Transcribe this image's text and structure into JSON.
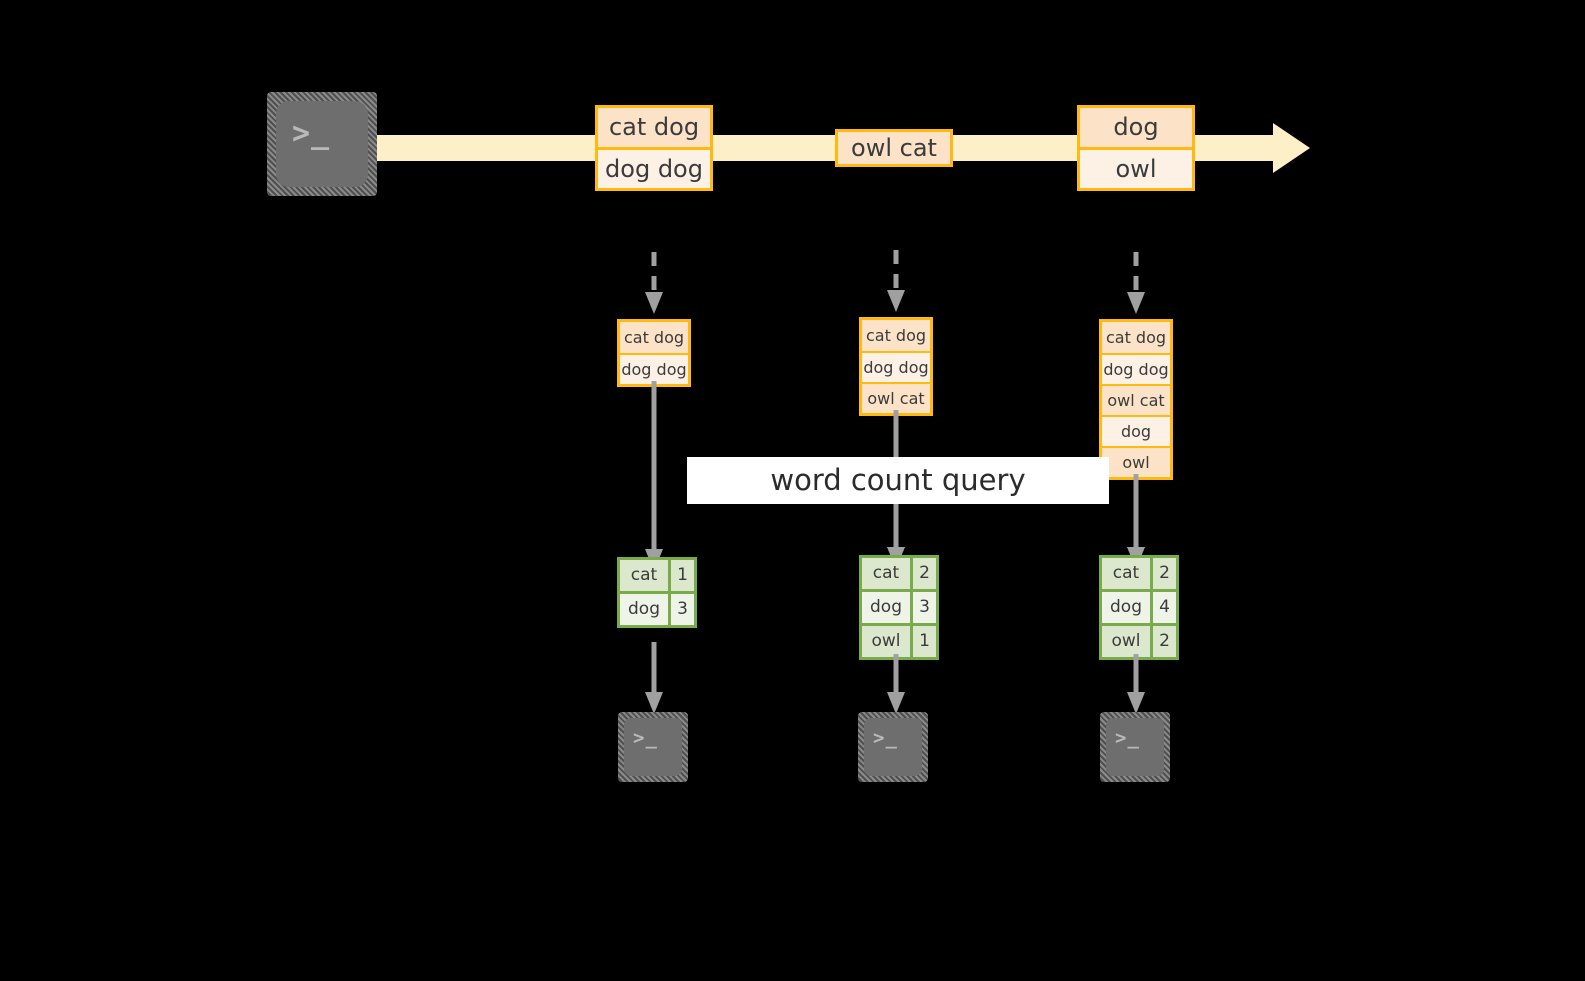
{
  "diagram": {
    "background_color": "#000000",
    "accent_stream_color": "#ffb90f",
    "accent_result_color": "#79ab4a",
    "stream_band_color": "#fdf0c8",
    "producer": {
      "icon_name": "terminal-icon",
      "prompt": ">_"
    },
    "stream_messages": [
      {
        "lines": [
          "cat dog",
          "dog dog"
        ]
      },
      {
        "lines": [
          "owl cat"
        ]
      },
      {
        "lines": [
          "dog",
          "owl"
        ]
      }
    ],
    "columns": [
      {
        "id": "t1",
        "log": [
          "cat dog",
          "dog dog"
        ],
        "result": {
          "rows": [
            {
              "word": "cat",
              "count": "1"
            },
            {
              "word": "dog",
              "count": "3"
            }
          ]
        },
        "consumer": {
          "icon_name": "terminal-icon",
          "prompt": ">_"
        }
      },
      {
        "id": "t2",
        "log": [
          "cat dog",
          "dog dog",
          "owl cat"
        ],
        "result": {
          "rows": [
            {
              "word": "cat",
              "count": "2"
            },
            {
              "word": "dog",
              "count": "3"
            },
            {
              "word": "owl",
              "count": "1"
            }
          ]
        },
        "consumer": {
          "icon_name": "terminal-icon",
          "prompt": ">_"
        }
      },
      {
        "id": "t3",
        "log": [
          "cat dog",
          "dog dog",
          "owl cat",
          "dog",
          "owl"
        ],
        "result": {
          "rows": [
            {
              "word": "cat",
              "count": "2"
            },
            {
              "word": "dog",
              "count": "4"
            },
            {
              "word": "owl",
              "count": "2"
            }
          ]
        },
        "consumer": {
          "icon_name": "terminal-icon",
          "prompt": ">_"
        }
      }
    ],
    "query_label": "word count query"
  }
}
